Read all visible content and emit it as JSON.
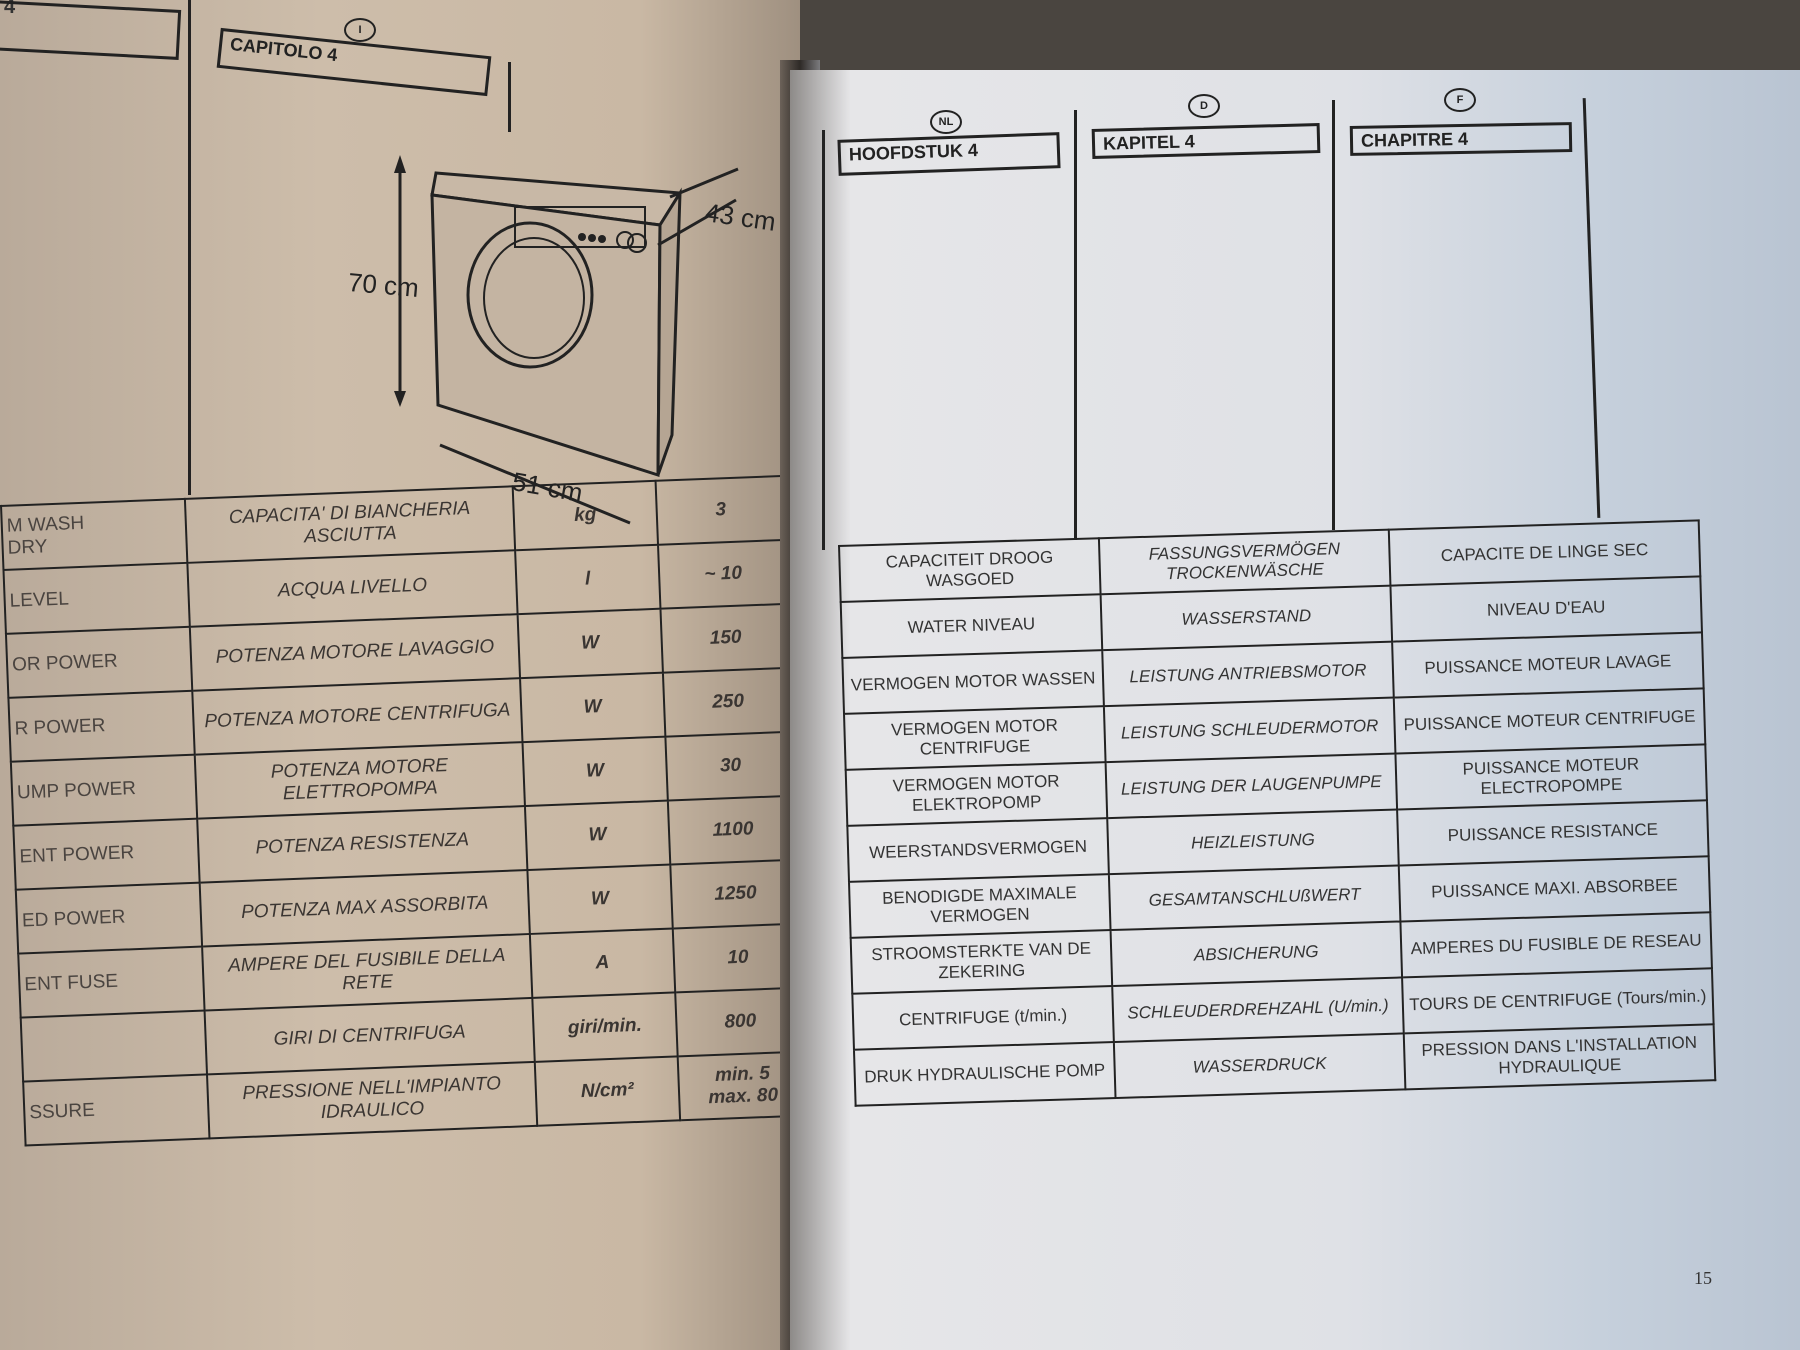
{
  "left_page": {
    "page_number": "4",
    "lang_badge": "I",
    "chapter_title": "CAPITOLO 4",
    "dimensions": {
      "height": "70 cm",
      "depth": "43 cm",
      "width": "51 cm"
    },
    "table_rows": [
      {
        "en": "M WASH\nDRY",
        "it": "CAPACITA' DI BIANCHERIA ASCIUTTA",
        "unit": "kg",
        "value": "3"
      },
      {
        "en": "LEVEL",
        "it": "ACQUA LIVELLO",
        "unit": "l",
        "value": "~ 10"
      },
      {
        "en": "OR POWER",
        "it": "POTENZA MOTORE LAVAGGIO",
        "unit": "W",
        "value": "150"
      },
      {
        "en": "R POWER",
        "it": "POTENZA MOTORE CENTRIFUGA",
        "unit": "W",
        "value": "250"
      },
      {
        "en": "UMP POWER",
        "it": "POTENZA MOTORE ELETTROPOMPA",
        "unit": "W",
        "value": "30"
      },
      {
        "en": "ENT POWER",
        "it": "POTENZA RESISTENZA",
        "unit": "W",
        "value": "1100"
      },
      {
        "en": "ED POWER",
        "it": "POTENZA MAX ASSORBITA",
        "unit": "W",
        "value": "1250"
      },
      {
        "en": "ENT FUSE",
        "it": "AMPERE DEL FUSIBILE DELLA RETE",
        "unit": "A",
        "value": "10"
      },
      {
        "en": "",
        "it": "GIRI DI CENTRIFUGA",
        "unit": "giri/min.",
        "value": "800"
      },
      {
        "en": "SSURE",
        "it": "PRESSIONE NELL'IMPIANTO IDRAULICO",
        "unit": "N/cm²",
        "value": "min. 5\nmax. 80"
      }
    ]
  },
  "right_page": {
    "page_number": "15",
    "columns": [
      {
        "badge": "NL",
        "chapter_title": "HOOFDSTUK 4"
      },
      {
        "badge": "D",
        "chapter_title": "KAPITEL 4"
      },
      {
        "badge": "F",
        "chapter_title": "CHAPITRE 4"
      }
    ],
    "table_rows": [
      {
        "nl": "CAPACITEIT DROOG WASGOED",
        "de": "FASSUNGSVERMÖGEN TROCKENWÄSCHE",
        "fr": "CAPACITE DE LINGE SEC"
      },
      {
        "nl": "WATER NIVEAU",
        "de": "WASSERSTAND",
        "fr": "NIVEAU D'EAU"
      },
      {
        "nl": "VERMOGEN MOTOR WASSEN",
        "de": "LEISTUNG ANTRIEBSMOTOR",
        "fr": "PUISSANCE MOTEUR LAVAGE"
      },
      {
        "nl": "VERMOGEN MOTOR CENTRIFUGE",
        "de": "LEISTUNG SCHLEUDERMOTOR",
        "fr": "PUISSANCE MOTEUR CENTRIFUGE"
      },
      {
        "nl": "VERMOGEN MOTOR ELEKTROPOMP",
        "de": "LEISTUNG DER LAUGENPUMPE",
        "fr": "PUISSANCE MOTEUR ELECTROPOMPE"
      },
      {
        "nl": "WEERSTANDSVERMOGEN",
        "de": "HEIZLEISTUNG",
        "fr": "PUISSANCE RESISTANCE"
      },
      {
        "nl": "BENODIGDE MAXIMALE VERMOGEN",
        "de": "GESAMTANSCHLUßWERT",
        "fr": "PUISSANCE MAXI. ABSORBEE"
      },
      {
        "nl": "STROOMSTERKTE VAN DE ZEKERING",
        "de": "ABSICHERUNG",
        "fr": "AMPERES DU FUSIBLE DE RESEAU"
      },
      {
        "nl": "CENTRIFUGE (t/min.)",
        "de": "SCHLEUDERDREHZAHL (U/min.)",
        "fr": "TOURS DE CENTRIFUGE (Tours/min.)"
      },
      {
        "nl": "DRUK HYDRAULISCHE POMP",
        "de": "WASSERDRUCK",
        "fr": "PRESSION DANS L'INSTALLATION HYDRAULIQUE"
      }
    ]
  }
}
